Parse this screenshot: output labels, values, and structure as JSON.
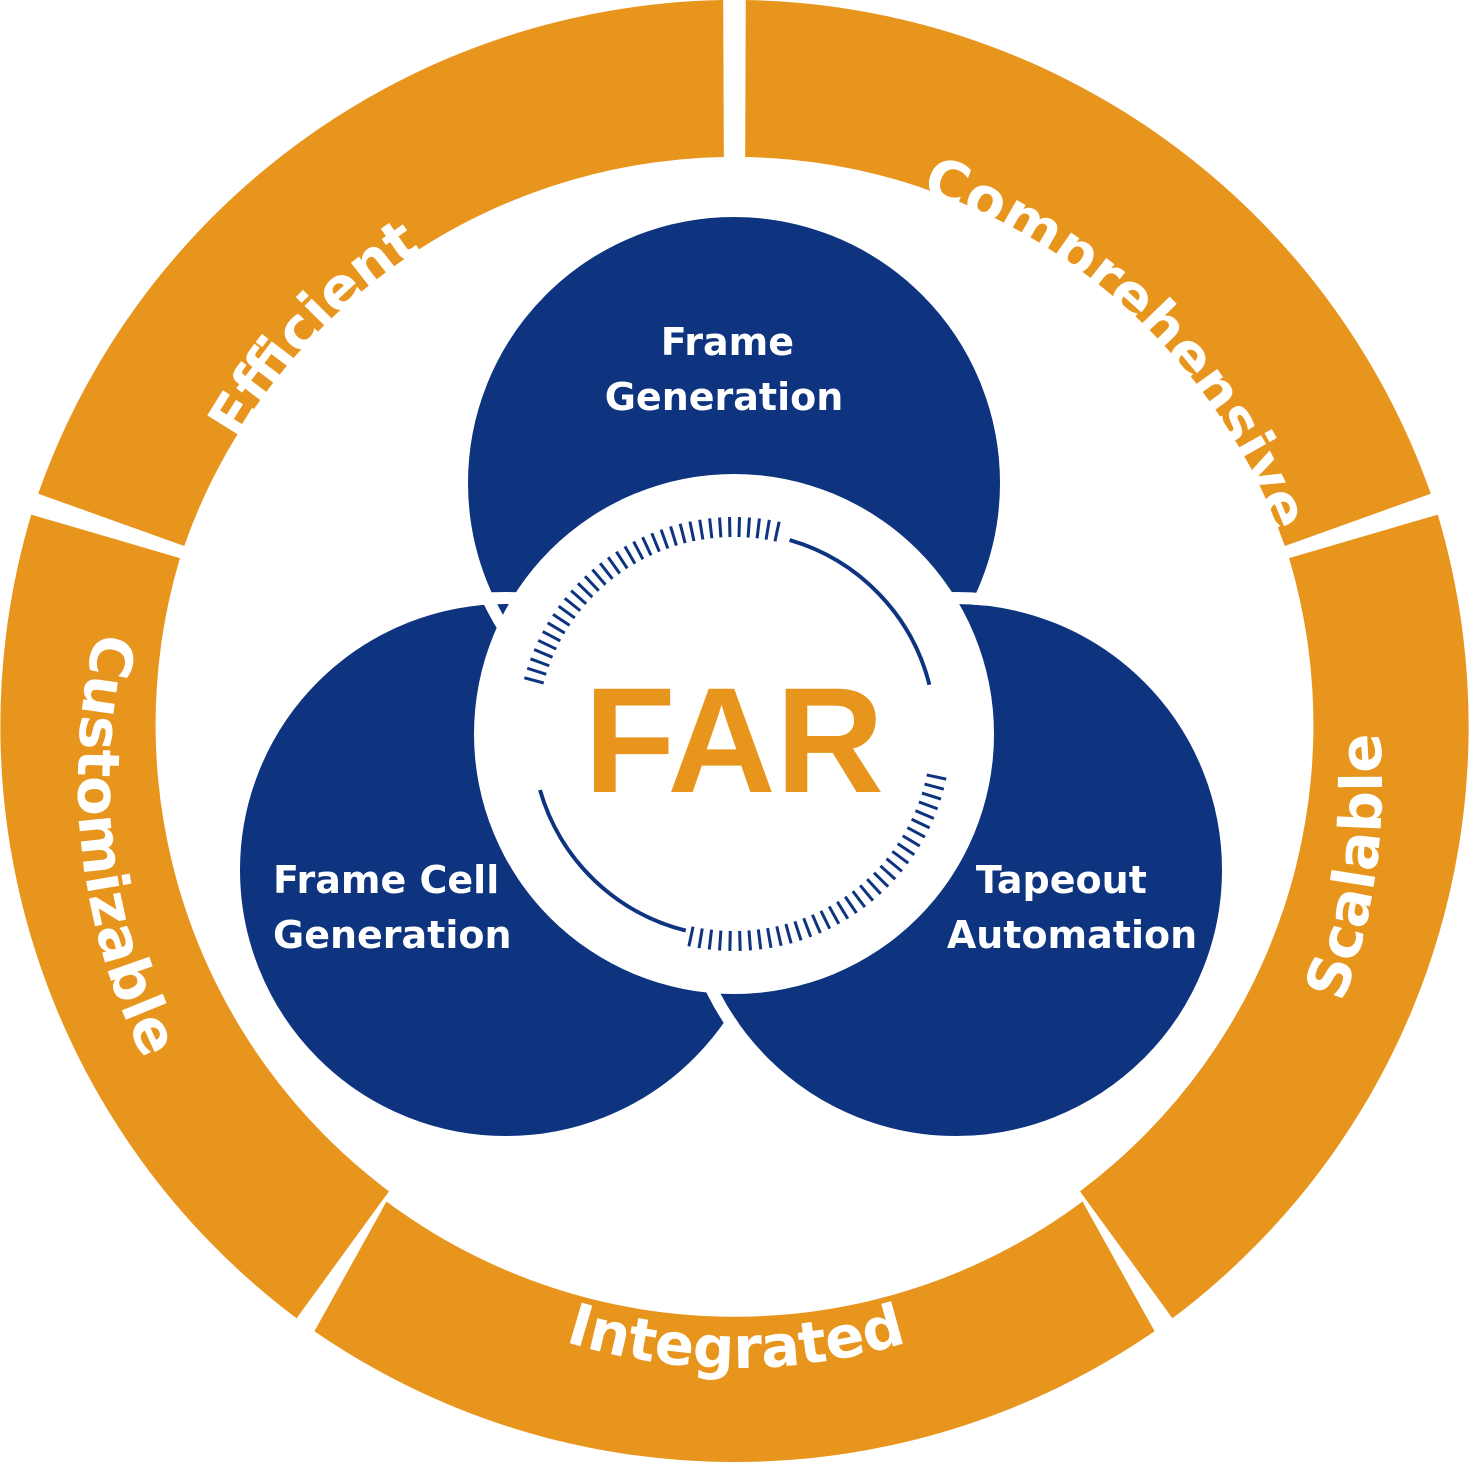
{
  "colors": {
    "ring": "#e8951e",
    "circle": "#0e3480",
    "background": "#ffffff"
  },
  "ring_segments": [
    {
      "label": "Efficient"
    },
    {
      "label": "Comprehensive"
    },
    {
      "label": "Scalable"
    },
    {
      "label": "Integrated"
    },
    {
      "label": "Customizable"
    }
  ],
  "circles": [
    {
      "line1": "Frame",
      "line2": "Generation"
    },
    {
      "line1": "Frame Cell",
      "line2": "Generation"
    },
    {
      "line1": "Tapeout",
      "line2": "Automation"
    }
  ],
  "center": {
    "label": "FAR"
  }
}
